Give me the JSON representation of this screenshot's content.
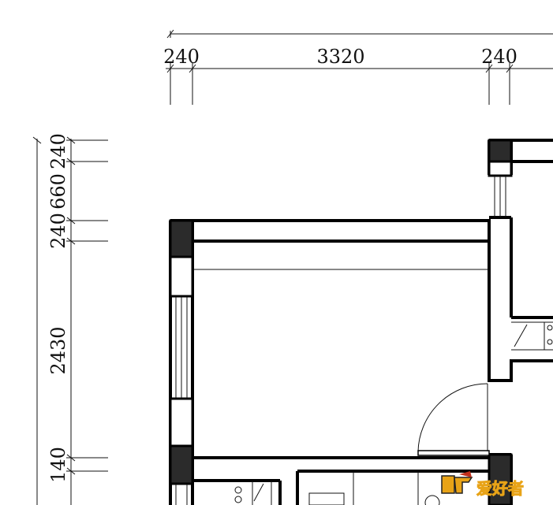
{
  "dimensions": {
    "top": [
      "240",
      "3320",
      "240"
    ],
    "left": [
      "240",
      "660",
      "240",
      "2430",
      "140"
    ]
  },
  "logo": {
    "text": "爱好者",
    "colors": {
      "primary": "#e8a317",
      "accent": "#c0301c",
      "dark": "#222222"
    }
  }
}
